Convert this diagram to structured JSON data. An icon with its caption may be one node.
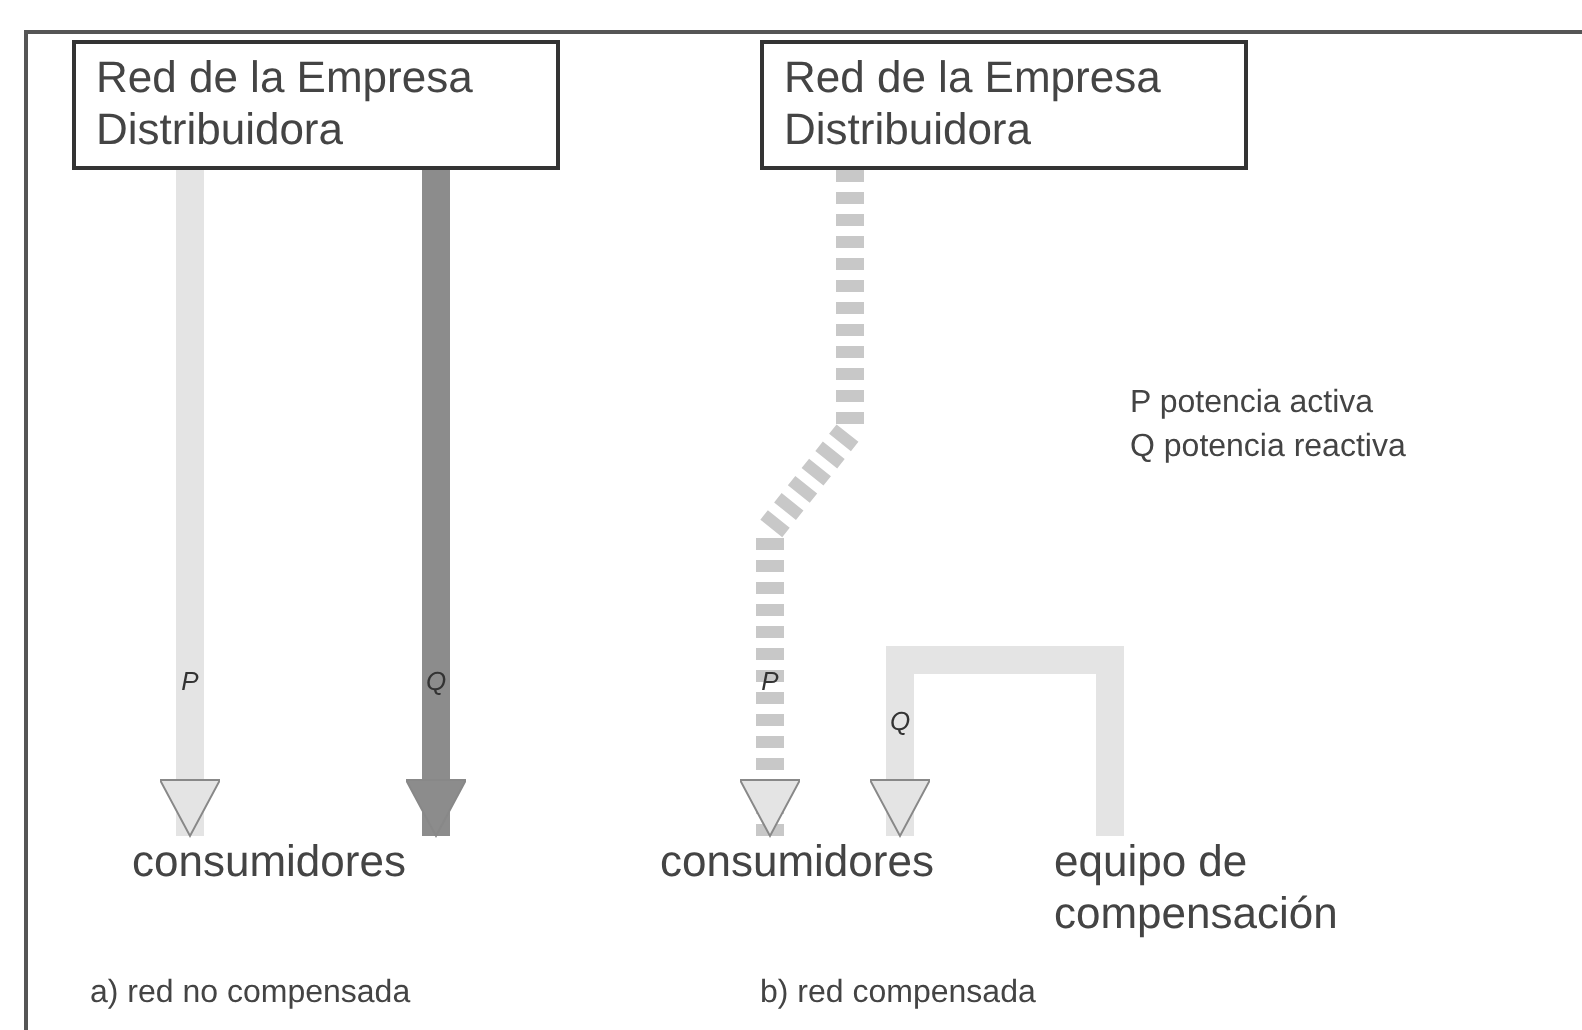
{
  "diagram": {
    "nodes": [
      {
        "text": [
          "Red de la Empresa Distribuidora"
        ]
      },
      {
        "text": [
          "Red de la Empresa Distribuidora"
        ]
      },
      {
        "text": [
          "consumidores"
        ]
      },
      {
        "text": [
          "consumidores"
        ]
      },
      {
        "text": [
          "equipo de compensación"
        ]
      }
    ],
    "edges": [
      {
        "from": 0,
        "to": 2,
        "arrow": "to",
        "label": "P"
      },
      {
        "from": 0,
        "to": 2,
        "arrow": "to",
        "label": "Q",
        "color": "#8c8c8c"
      },
      {
        "from": 1,
        "to": 3,
        "arrow": "to",
        "label": "P",
        "style": "dashed"
      },
      {
        "from": 4,
        "to": 3,
        "arrow": "to",
        "label": "Q"
      }
    ],
    "labels": [
      "P potencia activa",
      "Q potencia reactiva",
      "a) red no compensada",
      "b) red compensada"
    ]
  }
}
